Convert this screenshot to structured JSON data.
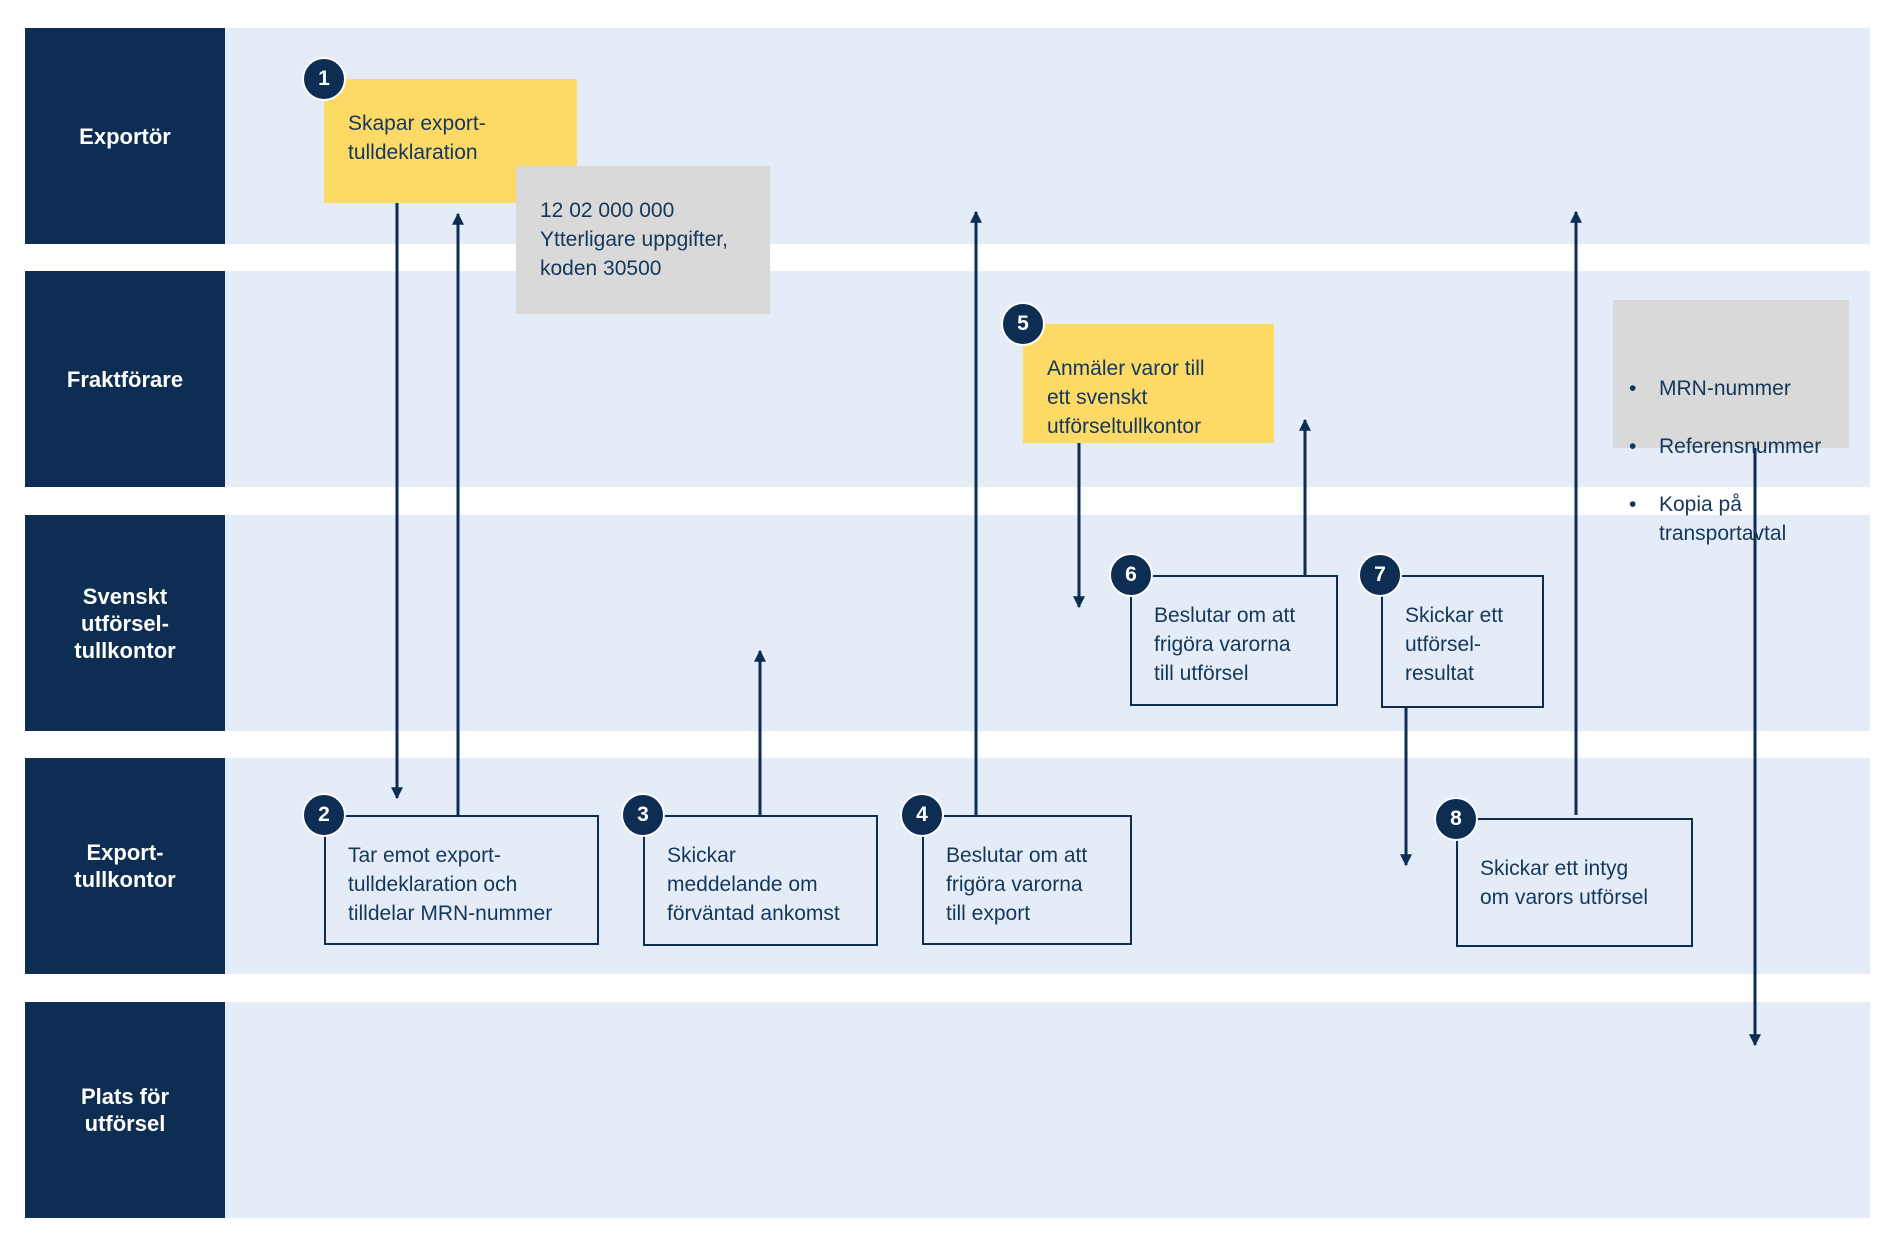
{
  "lanes": [
    {
      "label": "Exportör"
    },
    {
      "label": "Fraktförare"
    },
    {
      "label": "Svenskt\nutförsel-\ntullkontor"
    },
    {
      "label": "Export-\ntullkontor"
    },
    {
      "label": "Plats för\nutförsel"
    }
  ],
  "steps": [
    {
      "number": "1",
      "text": "Skapar export-\ntulldeklaration"
    },
    {
      "number": "2",
      "text": "Tar emot export-\ntulldeklaration och\ntilldelar MRN-nummer"
    },
    {
      "number": "3",
      "text": "Skickar\nmeddelande om\nförväntad ankomst"
    },
    {
      "number": "4",
      "text": "Beslutar om att\nfrigöra varorna\ntill export"
    },
    {
      "number": "5",
      "text": "Anmäler varor till\nett svenskt\nutförseltullkontor"
    },
    {
      "number": "6",
      "text": "Beslutar om att\nfrigöra varorna\ntill utförsel"
    },
    {
      "number": "7",
      "text": "Skickar ett\nutförsel-\nresultat"
    },
    {
      "number": "8",
      "text": "Skickar ett intyg\nom varors utförsel"
    }
  ],
  "notes": {
    "declaration_info": "12 02 000 000\nYtterligare uppgifter,\nkoden 30500",
    "carrier_items": [
      "MRN-nummer",
      "Referensnummer",
      "Kopia på transportavtal"
    ]
  },
  "colors": {
    "navy": "#0d2d52",
    "lane_background": "#e4ecf7",
    "highlight_yellow": "#fdd966",
    "note_grey": "#d9d9d9"
  }
}
